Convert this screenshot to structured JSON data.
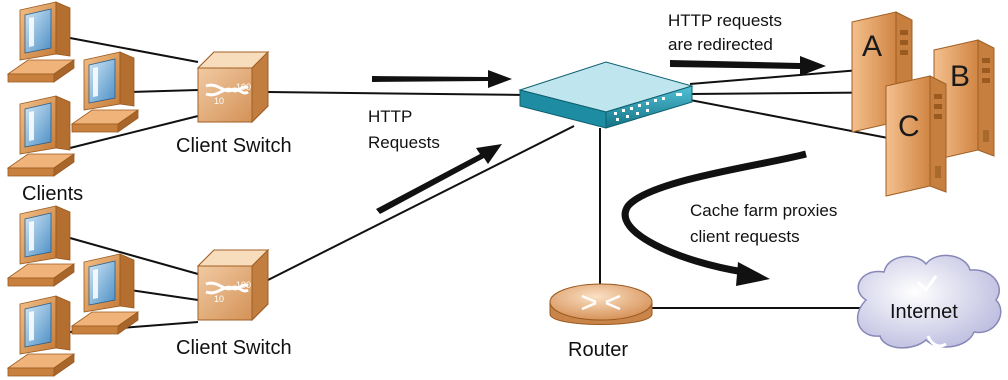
{
  "labels": {
    "client_switch_top": "Client Switch",
    "client_switch_bottom": "Client Switch",
    "clients": "Clients",
    "http_requests_line1": "HTTP",
    "http_requests_line2": "Requests",
    "redirected_line1": "HTTP requests",
    "redirected_line2": "are redirected",
    "cache_farm_line1": "Cache farm proxies",
    "cache_farm_line2": "client requests",
    "router": "Router",
    "internet": "Internet",
    "switch_port_left": "10",
    "switch_port_right": "100"
  },
  "servers": [
    "A",
    "B",
    "C"
  ],
  "colors": {
    "computer_body": "#e2a262",
    "computer_dark": "#b06a28",
    "screen": "#7fb3dc",
    "switch_body": "#e8b27c",
    "device_teal": "#1f8fa6",
    "server_body": "#e5a064",
    "router_body": "#e8ab76",
    "cloud": "#cfcfe8",
    "arrow": "#111111",
    "line": "#111111"
  },
  "icons": [
    "computer-icon",
    "switch-icon",
    "content-switch-icon",
    "server-icon",
    "router-icon",
    "cloud-icon",
    "arrow-icon"
  ]
}
